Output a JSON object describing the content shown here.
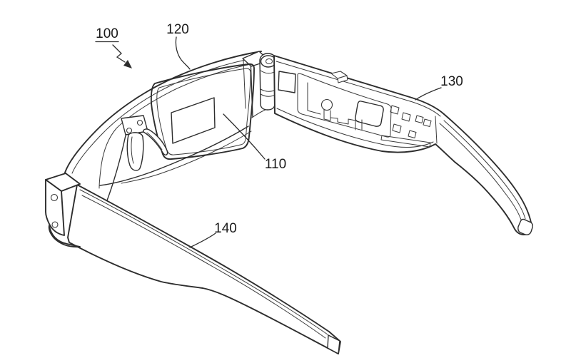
{
  "figure": {
    "background": "#ffffff",
    "line_color": "#2d2d2d",
    "label_color": "#1a1a1a"
  },
  "labels": [
    {
      "ref": "100",
      "underlined": true
    },
    {
      "ref": "120",
      "underlined": false
    },
    {
      "ref": "130",
      "underlined": false
    },
    {
      "ref": "110",
      "underlined": false
    },
    {
      "ref": "140",
      "underlined": false
    }
  ]
}
